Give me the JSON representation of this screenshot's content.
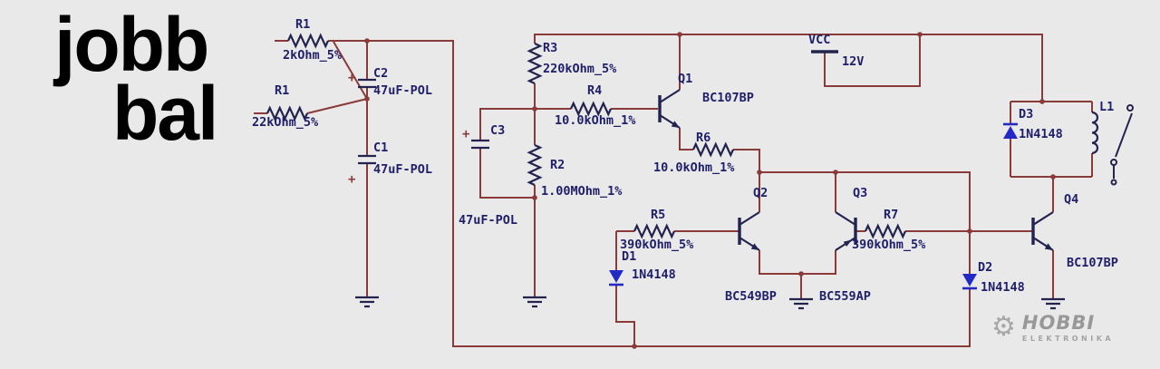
{
  "branding": {
    "line1": "jobb",
    "line2": "bal"
  },
  "symbols": {
    "plus": "+"
  },
  "power": {
    "net": "VCC",
    "voltage": "12V"
  },
  "components": {
    "R1a": {
      "ref": "R1",
      "value": "2kOhm_5%"
    },
    "R1b": {
      "ref": "R1",
      "value": "22kOhm_5%"
    },
    "R2": {
      "ref": "R2",
      "value": "1.00MOhm_1%"
    },
    "R3": {
      "ref": "R3",
      "value": "220kOhm_5%"
    },
    "R4": {
      "ref": "R4",
      "value": "10.0kOhm_1%"
    },
    "R5": {
      "ref": "R5",
      "value": "390kOhm_5%"
    },
    "R6": {
      "ref": "R6",
      "value": "10.0kOhm_1%"
    },
    "R7": {
      "ref": "R7",
      "value": "390kOhm_5%"
    },
    "C1": {
      "ref": "C1",
      "value": "47uF-POL"
    },
    "C2": {
      "ref": "C2",
      "value": "47uF-POL"
    },
    "C3": {
      "ref": "C3",
      "value": "47uF-POL"
    },
    "D1": {
      "ref": "D1",
      "value": "1N4148"
    },
    "D2": {
      "ref": "D2",
      "value": "1N4148"
    },
    "D3": {
      "ref": "D3",
      "value": "1N4148"
    },
    "Q1": {
      "ref": "Q1",
      "part": "BC107BP"
    },
    "Q2": {
      "ref": "Q2",
      "part": "BC549BP"
    },
    "Q3": {
      "ref": "Q3",
      "part": "BC559AP"
    },
    "Q4": {
      "ref": "Q4",
      "part": "BC107BP"
    },
    "L1": {
      "ref": "L1"
    }
  },
  "watermark": {
    "icon": "⚙",
    "brand": "HOBBI",
    "tagline": "ELEKTRONIKA"
  },
  "colors": {
    "background": "#e9e9e9",
    "wire": "#8b3a3a",
    "component": "#23234f",
    "diode": "#2329c4",
    "label": "#1e1e6a",
    "title": "#000000",
    "watermark": "#9a9a9a"
  }
}
